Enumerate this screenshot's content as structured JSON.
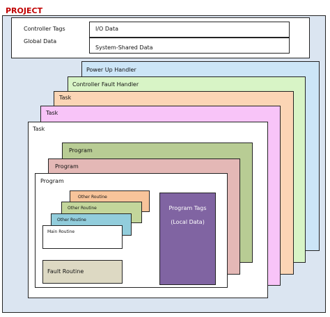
{
  "project": {
    "title": "PROJECT"
  },
  "controller": {
    "tags_label": "Controller Tags",
    "global_label": "Global Data",
    "io_data": "I/O Data",
    "system_shared": "System-Shared Data"
  },
  "handlers": {
    "power_up": "Power Up Handler",
    "controller_fault": "Controller Fault Handler"
  },
  "tasks": [
    "Task",
    "Task",
    "Task"
  ],
  "programs": [
    "Program",
    "Program",
    "Program"
  ],
  "routines": {
    "other": [
      "Other Routine",
      "Other Routine",
      "Other Routine"
    ],
    "main": "Main Routine",
    "fault": "Fault Routine"
  },
  "program_tags": {
    "line1": "Program Tags",
    "line2": "(Local Data)"
  },
  "colors": {
    "project_bg": "#dbe5f1",
    "power_up": "#cce5f7",
    "controller_fault": "#d8f4c6",
    "task_orange": "#fbd5b5",
    "task_pink": "#f8c4f8",
    "program_green": "#b8cc94",
    "program_rose": "#e4b8b6",
    "routine_orange": "#f8c49a",
    "routine_green": "#c3d69b",
    "routine_blue": "#92cddc",
    "fault_routine": "#ddd9c3",
    "program_tags": "#8064a2",
    "project_title": "#c00000"
  }
}
